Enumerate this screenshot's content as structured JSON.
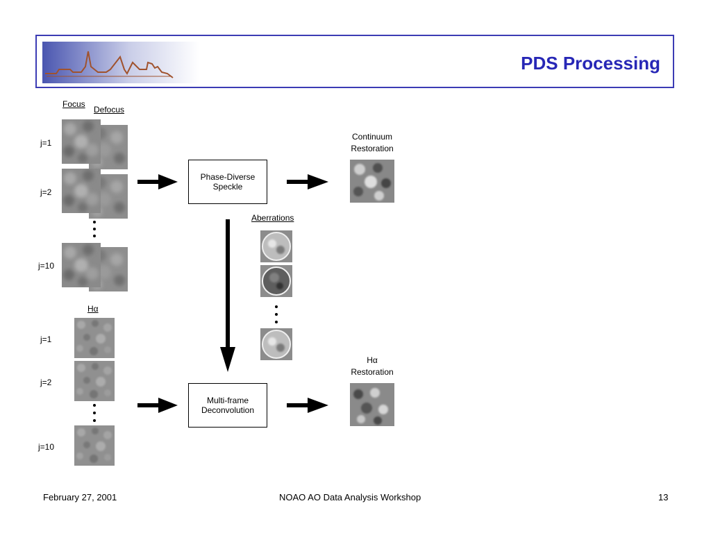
{
  "slide": {
    "title": "PDS Processing",
    "footer": {
      "date": "February 27, 2001",
      "center": "NOAO AO Data Analysis Workshop",
      "page": "13"
    }
  },
  "continuum": {
    "focus_label": "Focus",
    "defocus_label": "Defocus",
    "rows": [
      "j=1",
      "j=2",
      "j=10"
    ]
  },
  "halpha": {
    "header": "Hα",
    "rows": [
      "j=1",
      "j=2",
      "j=10"
    ]
  },
  "process": {
    "pds_box": "Phase-Diverse\nSpeckle",
    "mfd_box": "Multi-frame\nDeconvolution",
    "aberrations_label": "Aberrations",
    "continuum_restoration": "Continuum\nRestoration",
    "halpha_restoration": "Hα\nRestoration"
  },
  "colors": {
    "title": "#2727b6",
    "border": "#3b3bb4",
    "logo_line": "#a0522d"
  }
}
